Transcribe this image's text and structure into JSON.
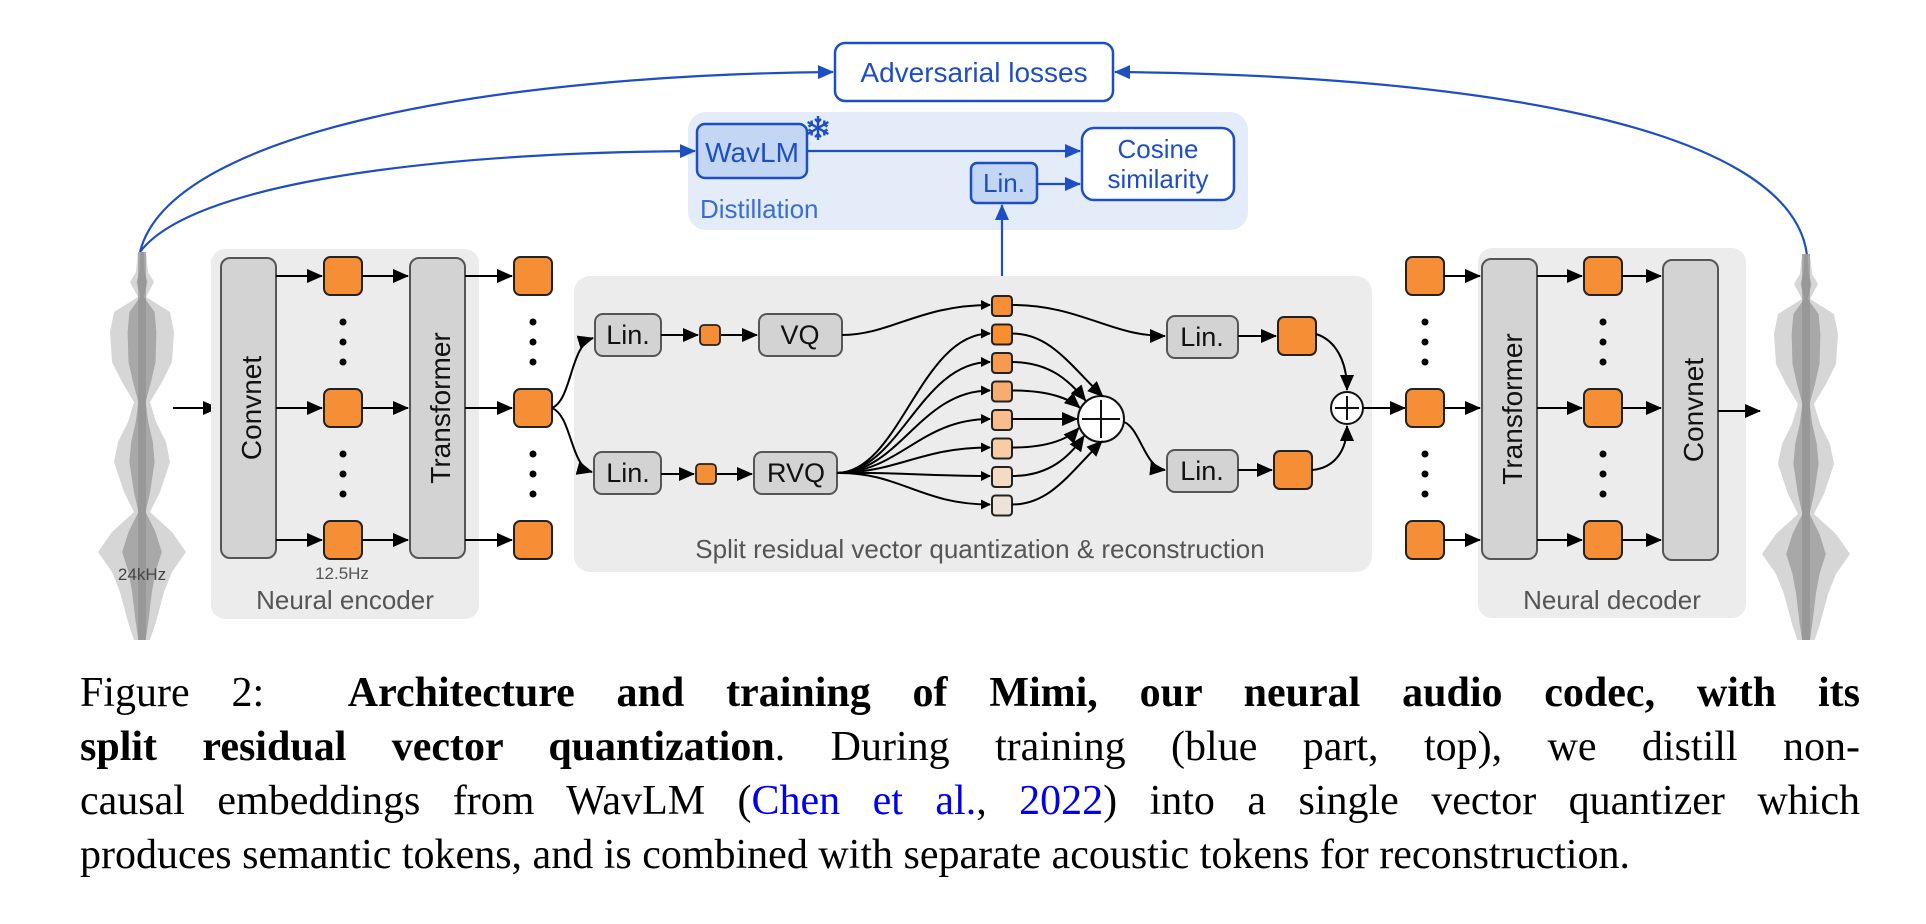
{
  "figure": {
    "adversarial_losses": "Adversarial losses",
    "distillation": {
      "label": "Distillation",
      "wavlm": "WavLM",
      "frozen_icon": "snowflake-icon",
      "lin": "Lin.",
      "cosine_line1": "Cosine",
      "cosine_line2": "similarity"
    },
    "input": {
      "rate": "24kHz",
      "icon": "waveform-icon"
    },
    "encoder": {
      "label": "Neural encoder",
      "convnet": "Convnet",
      "transformer": "Transformer",
      "frame_rate": "12.5Hz"
    },
    "quantizer": {
      "label": "Split residual vector quantization & reconstruction",
      "lin": "Lin.",
      "vq": "VQ",
      "rvq": "RVQ",
      "sum_icon": "plus-circle-icon",
      "token_count": 8
    },
    "decoder": {
      "label": "Neural decoder",
      "transformer": "Transformer",
      "convnet": "Convnet"
    },
    "colors": {
      "token_orange": "#f68e35",
      "block_gray": "#d3d3d3",
      "panel_gray": "#ececec",
      "blue": "#1e4fc2",
      "blue_panel": "#e4ecfa",
      "blue_block": "#c3d6f4"
    }
  },
  "caption": {
    "prefix": "Figure 2:",
    "bold_1": "Architecture and training of Mimi, our neural audio codec, with its",
    "bold_2": "split residual vector quantization",
    "line2_rest": ". During training (blue part, top), we distill non-",
    "line3_a": "causal embeddings from WavLM (",
    "cite_author": "Chen et al.",
    "cite_sep": ", ",
    "cite_year": "2022",
    "line3_b": ") into a single vector quantizer which",
    "line4": "produces semantic tokens, and is combined with separate acoustic tokens for reconstruction."
  }
}
